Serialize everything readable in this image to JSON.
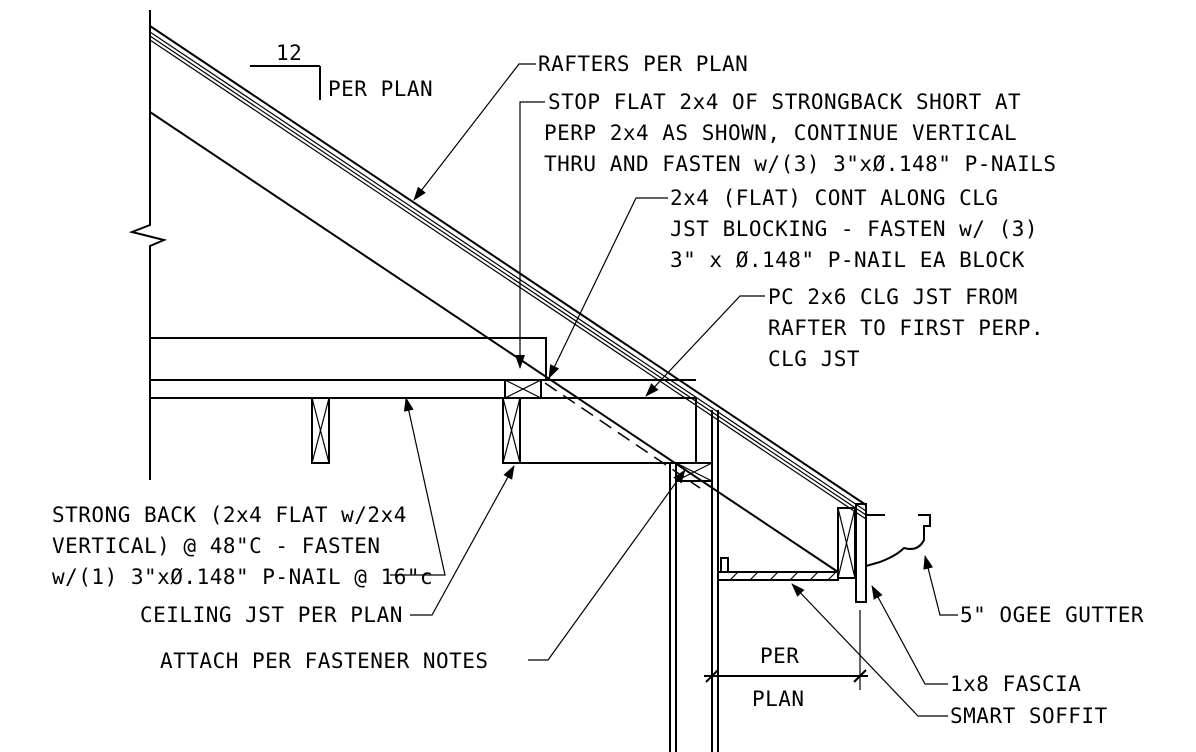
{
  "slope": {
    "run": "12",
    "rise_label": "PER PLAN"
  },
  "notes": {
    "rafters": "RAFTERS PER PLAN",
    "stop_flat": [
      "STOP FLAT 2x4 OF STRONGBACK SHORT AT",
      "PERP 2x4 AS SHOWN, CONTINUE VERTICAL",
      "THRU AND FASTEN w/(3) 3\"xØ.148\" P-NAILS"
    ],
    "blocking": [
      "2x4 (FLAT) CONT ALONG CLG",
      "JST BLOCKING - FASTEN w/ (3)",
      "3\" x Ø.148\" P-NAIL EA BLOCK"
    ],
    "pc_joist": [
      "PC 2x6 CLG JST FROM",
      "RAFTER TO FIRST PERP.",
      "CLG JST"
    ],
    "strong_back": [
      "STRONG BACK (2x4 FLAT w/2x4",
      "VERTICAL) @ 48\"C - FASTEN",
      "w/(1) 3\"xØ.148\" P-NAIL @ 16\"c"
    ],
    "ceiling_joist": "CEILING JST PER PLAN",
    "attach": "ATTACH PER FASTENER NOTES",
    "gutter": "5\" OGEE GUTTER",
    "fascia": "1x8 FASCIA",
    "soffit": "SMART SOFFIT"
  },
  "dimension": {
    "top": "PER",
    "bottom": "PLAN"
  }
}
